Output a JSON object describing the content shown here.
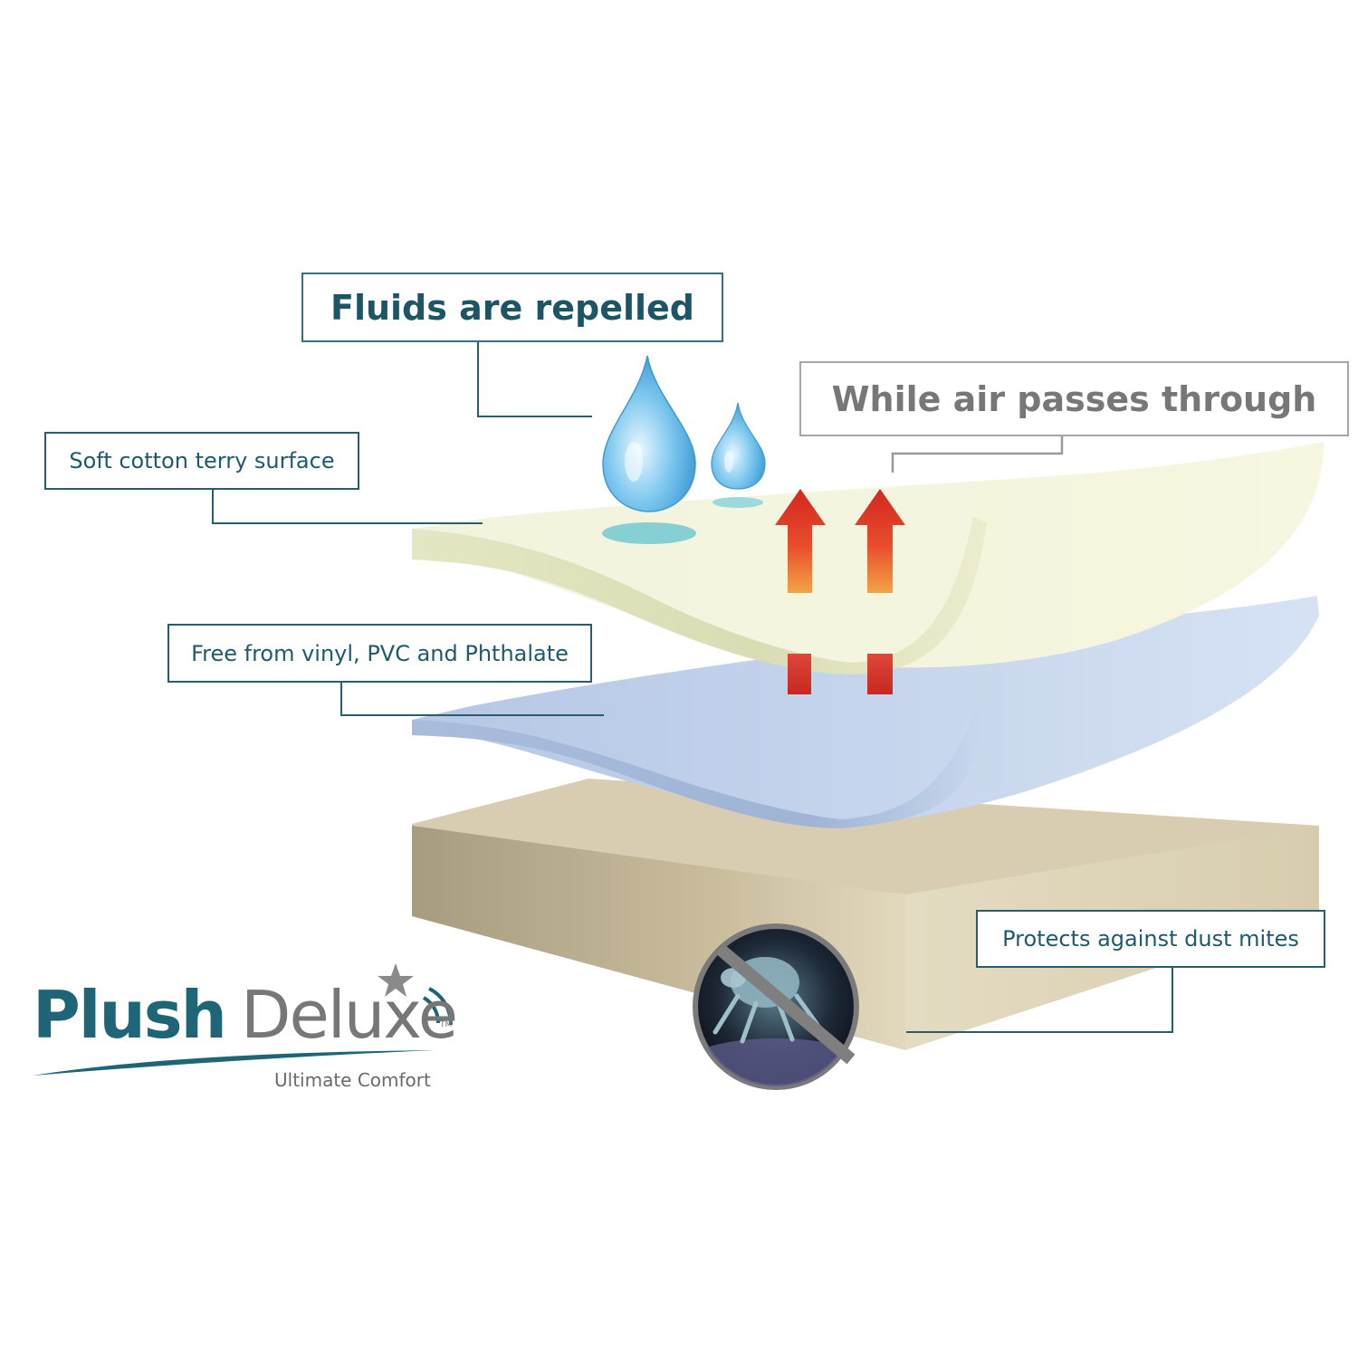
{
  "callouts": {
    "fluids": "Fluids are repelled",
    "air": "While air passes through",
    "cotton": "Soft cotton terry surface",
    "vinyl": "Free from vinyl, PVC and Phthalate",
    "mites": "Protects against dust mites"
  },
  "logo": {
    "brand_part1": "Plush",
    "brand_part2": "Deluxe",
    "trademark": "TM",
    "tagline": "Ultimate Comfort"
  },
  "colors": {
    "brand_teal": "#1d6577",
    "callout_border": "#2a5d6b",
    "grey_text": "#777777",
    "top_layer": "#f4f5dc",
    "middle_layer": "#b9cbe6",
    "mattress": "#d6caa8",
    "arrow_red": "#e03a2a"
  },
  "icons": [
    "water-drop-icon",
    "air-arrow-icon",
    "dust-mite-icon",
    "no-sign-icon",
    "star-icon",
    "signal-arcs-icon"
  ]
}
